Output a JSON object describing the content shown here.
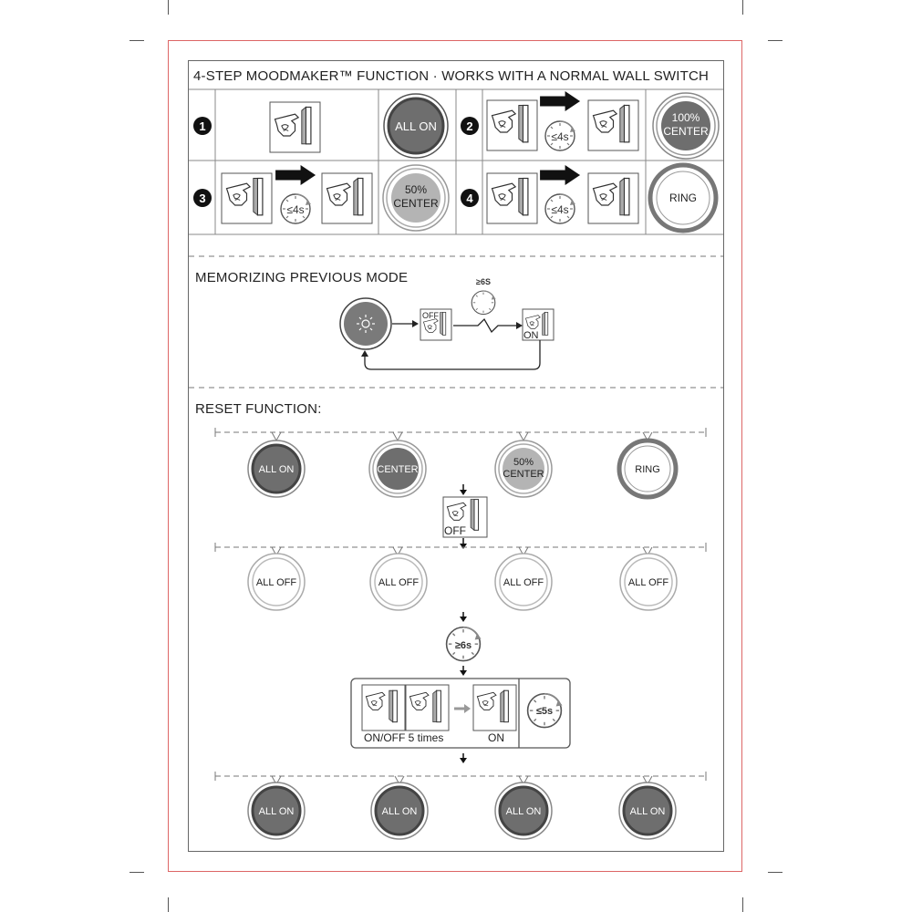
{
  "header": {
    "title": "4-STEP MOODMAKER™ FUNCTION · WORKS WITH A NORMAL WALL SWITCH"
  },
  "steps": [
    {
      "number": "1",
      "result": "ALL ON"
    },
    {
      "number": "2",
      "timer": "≤4s",
      "result_line1": "100%",
      "result_line2": "CENTER"
    },
    {
      "number": "3",
      "timer": "≤4s",
      "result_line1": "50%",
      "result_line2": "CENTER"
    },
    {
      "number": "4",
      "timer": "≤4s",
      "result": "RING"
    }
  ],
  "memorize": {
    "title": "MEMORIZING PREVIOUS MODE",
    "timer": "≥6S",
    "off_label": "OFF",
    "on_label": "ON"
  },
  "reset": {
    "title": "RESET FUNCTION:",
    "row1": [
      "ALL ON",
      "CENTER",
      "50%",
      "CENTER",
      "RING"
    ],
    "off_label": "OFF",
    "row2": [
      "ALL OFF",
      "ALL OFF",
      "ALL OFF",
      "ALL OFF"
    ],
    "wait_timer": "≥6s",
    "onoff_label": "ON/OFF 5 times",
    "on_label": "ON",
    "final_timer": "≤5s",
    "row3": [
      "ALL ON",
      "ALL ON",
      "ALL ON",
      "ALL ON"
    ]
  },
  "colors": {
    "dark": "#6e6e6e",
    "medium": "#8a8a8a",
    "light": "#b4b4b4",
    "border": "#d66"
  }
}
